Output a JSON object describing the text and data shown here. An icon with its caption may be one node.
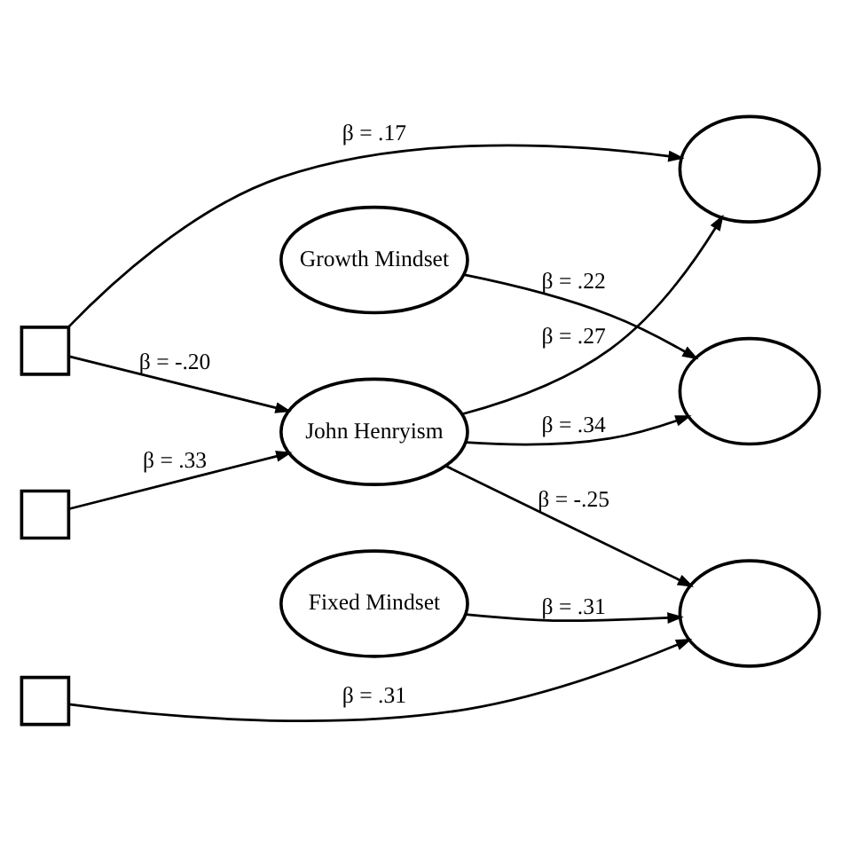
{
  "diagram": {
    "nodes": [
      {
        "text": [],
        "shape": "box"
      },
      {
        "text": [],
        "shape": "box"
      },
      {
        "text": [],
        "shape": "box"
      },
      {
        "text": [
          "Growth Mindset"
        ]
      },
      {
        "text": [
          "John Henryism"
        ]
      },
      {
        "text": [
          "Fixed Mindset"
        ]
      },
      {
        "text": [],
        "shape": "ellipse"
      },
      {
        "text": [],
        "shape": "ellipse"
      },
      {
        "text": [],
        "shape": "ellipse"
      }
    ],
    "edges": [
      {
        "from": 0,
        "to": 6,
        "arrow": "to",
        "label": "β = .17"
      },
      {
        "from": 0,
        "to": 4,
        "arrow": "to",
        "label": "β = -.20"
      },
      {
        "from": 1,
        "to": 4,
        "arrow": "to",
        "label": "β = .33"
      },
      {
        "from": 3,
        "to": 7,
        "arrow": "to",
        "label": "β = .22"
      },
      {
        "from": 4,
        "to": 6,
        "arrow": "to",
        "label": "β = .27"
      },
      {
        "from": 4,
        "to": 7,
        "arrow": "to",
        "label": "β = .34"
      },
      {
        "from": 4,
        "to": 8,
        "arrow": "to",
        "label": "β = -.25"
      },
      {
        "from": 5,
        "to": 8,
        "arrow": "to",
        "label": "β = .31"
      },
      {
        "from": 2,
        "to": 8,
        "arrow": "to",
        "label": "β = .31"
      }
    ]
  }
}
